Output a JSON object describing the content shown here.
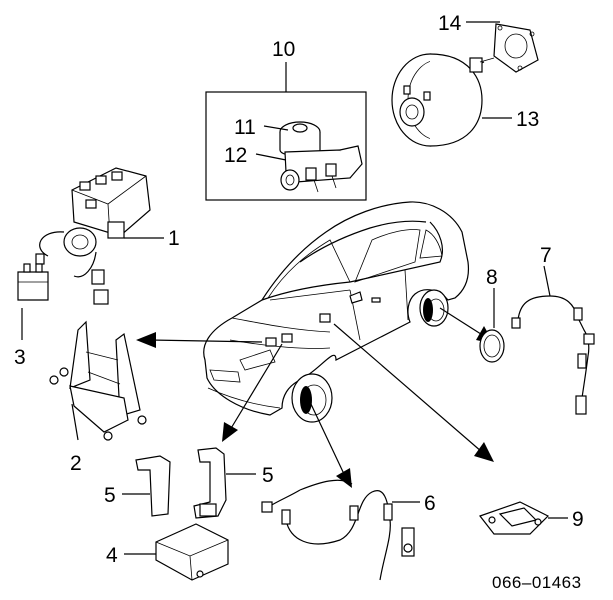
{
  "callouts": {
    "n1": "1",
    "n2": "2",
    "n3": "3",
    "n4": "4",
    "n5a": "5",
    "n5b": "5",
    "n6": "6",
    "n7": "7",
    "n8": "8",
    "n9": "9",
    "n10": "10",
    "n11": "11",
    "n12": "12",
    "n13": "13",
    "n14": "14"
  },
  "diagram_code": "066–01463"
}
